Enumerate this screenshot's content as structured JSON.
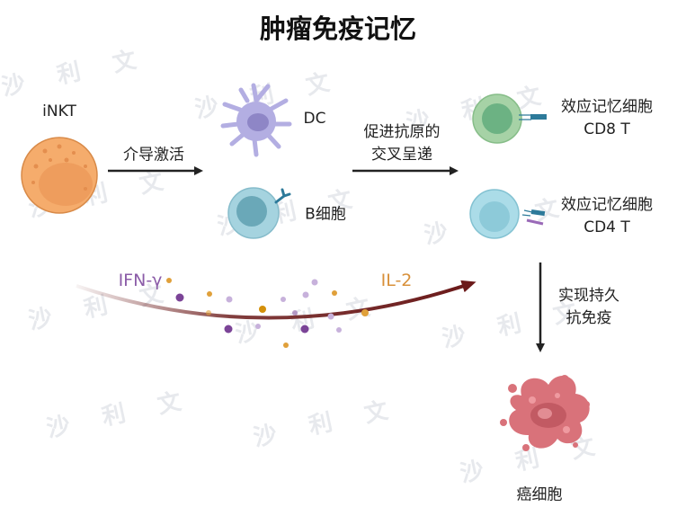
{
  "title": "肿瘤免疫记忆",
  "watermark": "沙 利 文",
  "cells": {
    "inkt": "iNKT",
    "dc": "DC",
    "b_cell": "B细胞",
    "cd8": {
      "line1": "效应记忆细胞",
      "line2": "CD8 T"
    },
    "cd4": {
      "line1": "效应记忆细胞",
      "line2": "CD4 T"
    },
    "tumor": "癌细胞"
  },
  "arrows": {
    "activation": "介导激活",
    "presentation": {
      "line1": "促进抗原的",
      "line2": "交叉呈递"
    },
    "immunity": {
      "line1": "实现持久",
      "line2": "抗免疫"
    }
  },
  "cytokines": {
    "ifn": "IFN-γ",
    "il2": "IL-2"
  },
  "colors": {
    "ifn": "#8b5ca8",
    "il2": "#d8903a",
    "curve": "#6b1a1a"
  }
}
